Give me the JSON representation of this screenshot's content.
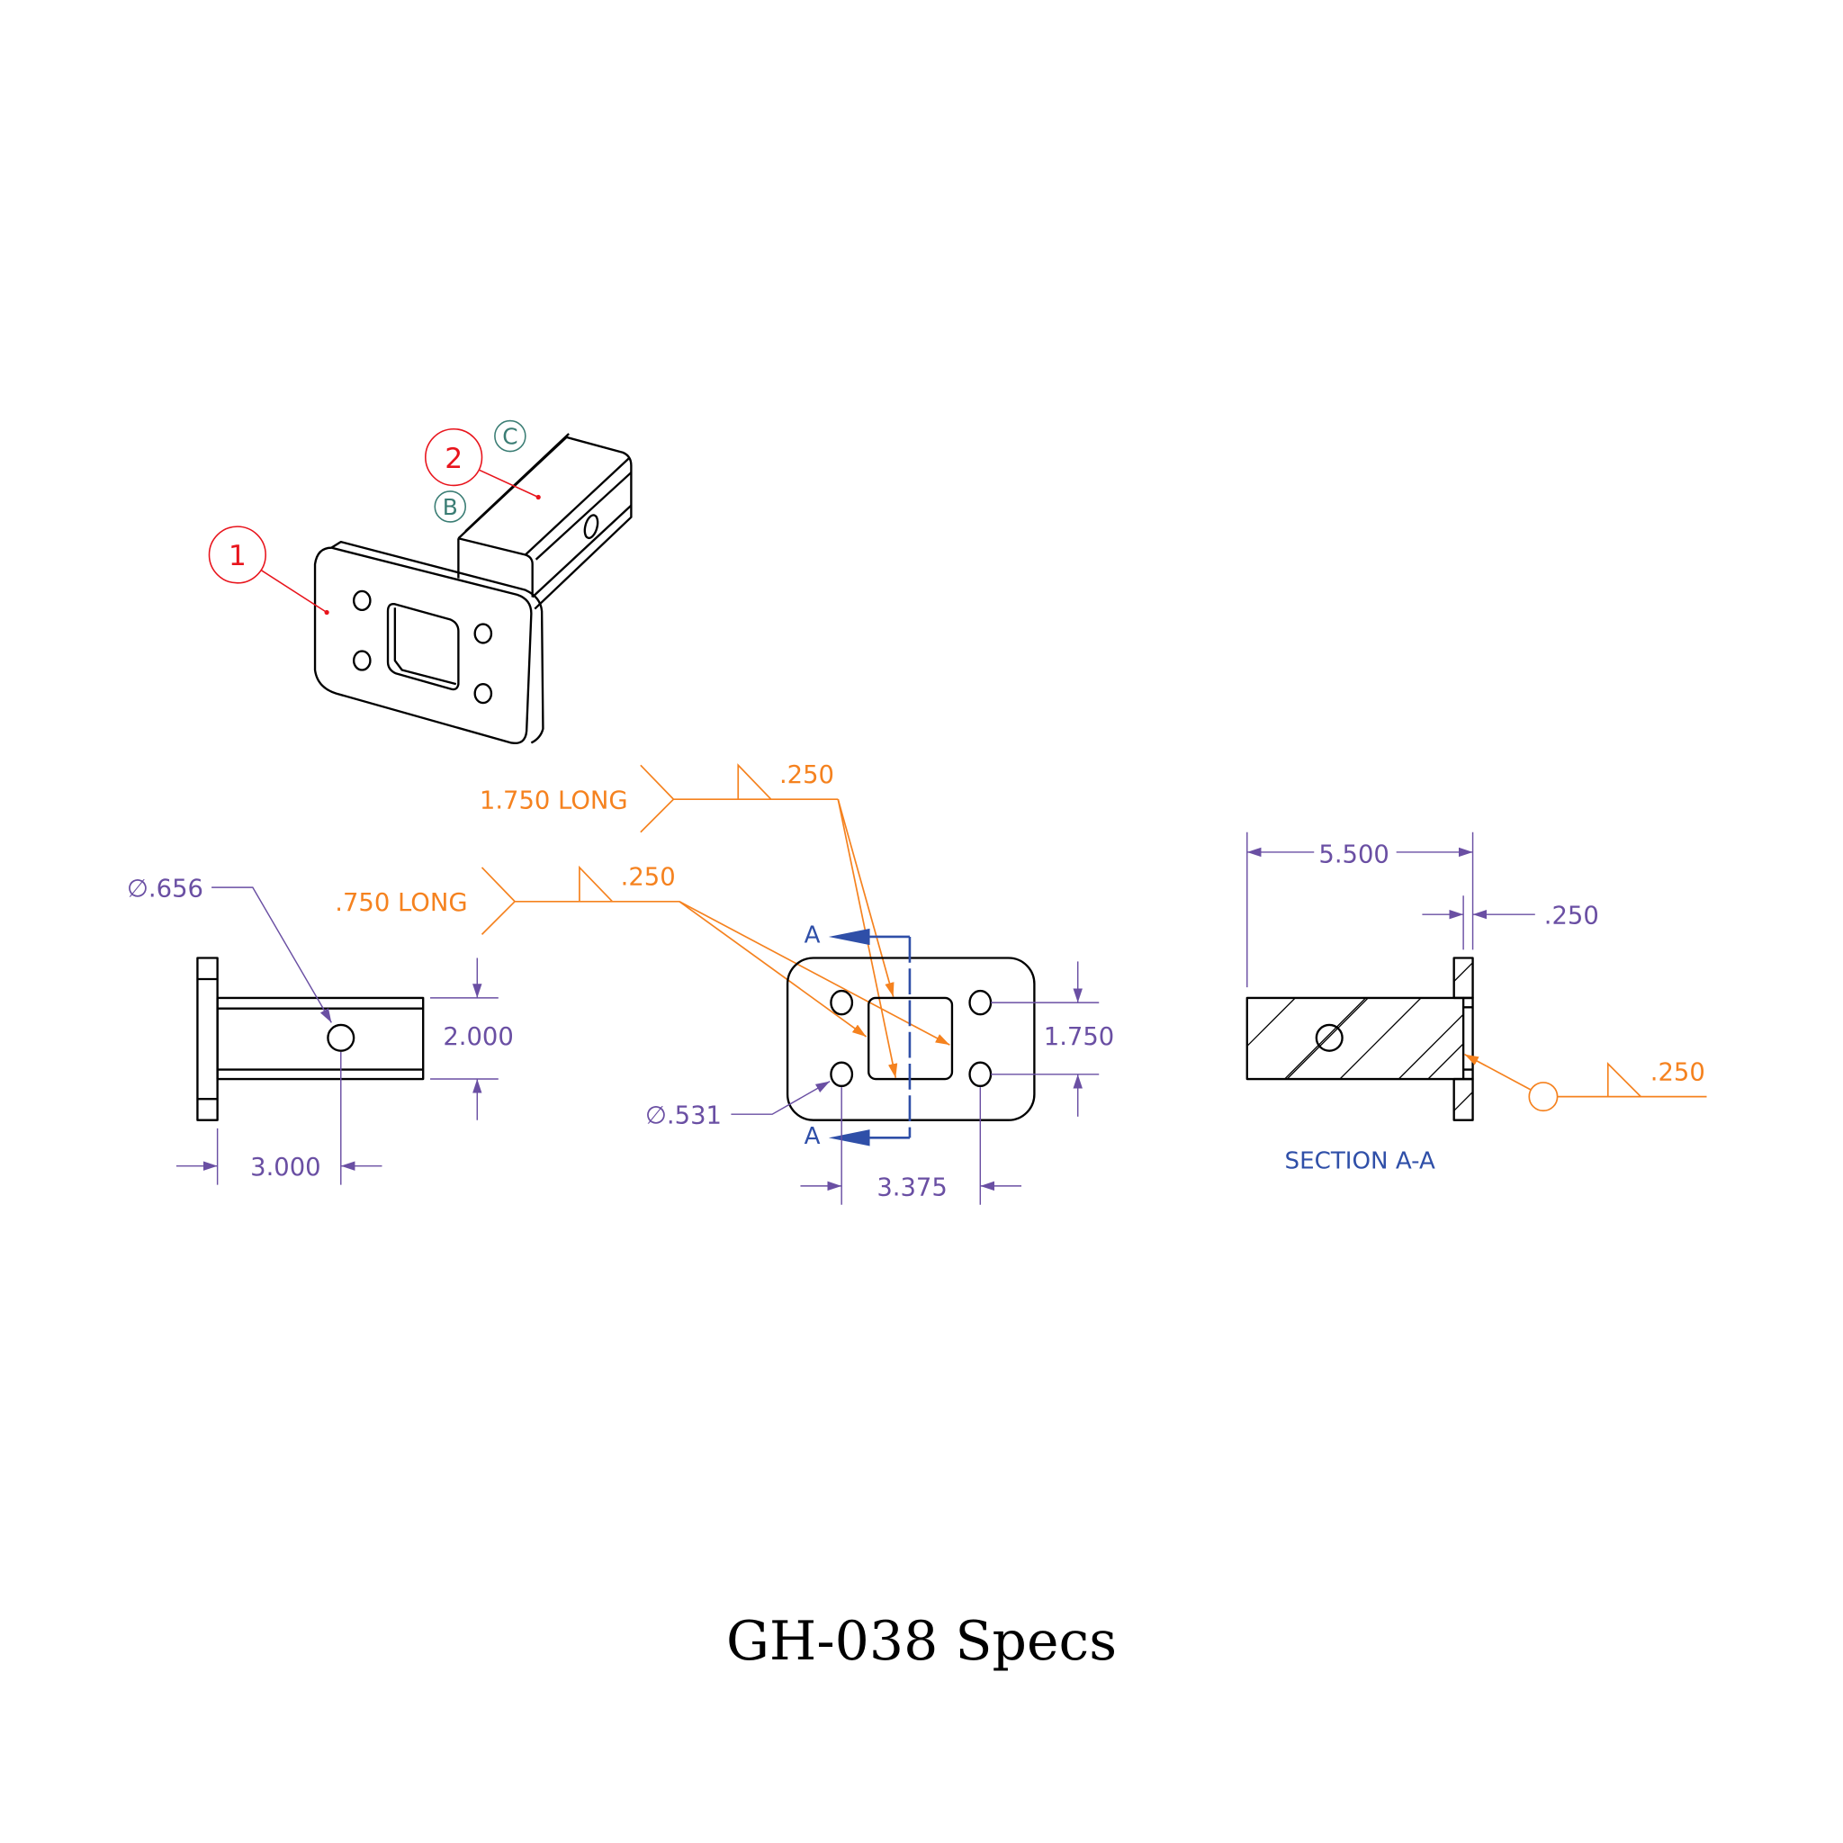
{
  "title": "GH-038 Specs",
  "colors": {
    "weld": "#f5821f",
    "dimension": "#6a4fa3",
    "section": "#2f4fa8",
    "balloon": "#e8141c",
    "datum": "#3a7d74"
  },
  "isometric": {
    "balloons": [
      "1",
      "2"
    ],
    "datums": [
      "B",
      "C"
    ]
  },
  "side_view": {
    "hole_dia": "∅.656",
    "height_dim": "2.000",
    "hole_pos_dim": "3.000"
  },
  "welds": {
    "weld1": {
      "length": ".750 LONG",
      "size": ".250"
    },
    "weld2": {
      "length": "1.750 LONG",
      "size": ".250"
    },
    "weld3": {
      "size": ".250"
    }
  },
  "front_view": {
    "hole_dia": "∅.531",
    "vert_spacing": "1.750",
    "horiz_spacing": "3.375",
    "section_label": "A"
  },
  "section_view": {
    "length_dim": "5.500",
    "flange_dim": ".250",
    "label": "SECTION A-A"
  }
}
